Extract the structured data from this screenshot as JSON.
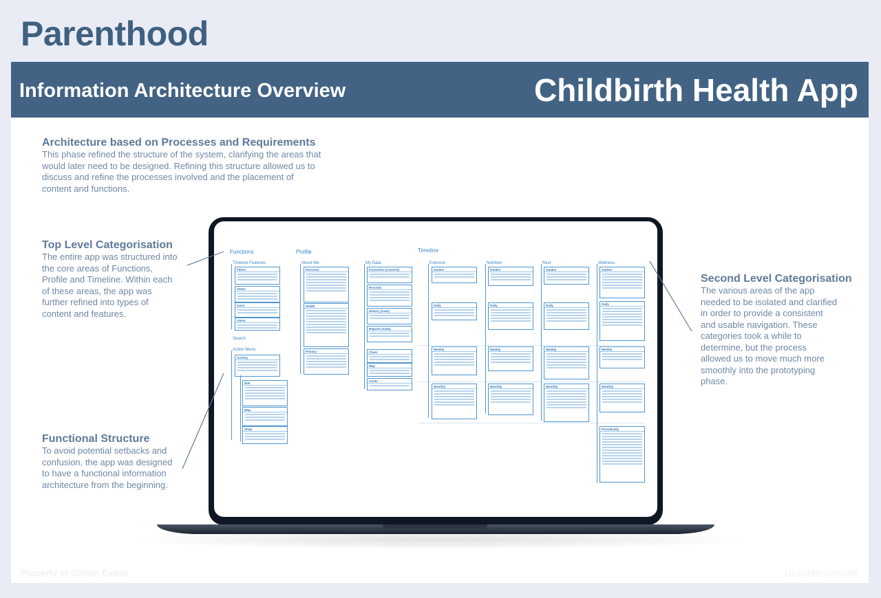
{
  "brand": "Parenthood",
  "banner": {
    "left_title": "Information Architecture Overview",
    "right_title": "Childbirth Health App"
  },
  "sections": {
    "architecture": {
      "heading": "Architecture based on Processes and Requirements",
      "lines": [
        "This phase refined the structure of the system, clarifying the areas that",
        "would later need to be designed. Refining this structure allowed us to",
        "discuss and refine the processes involved and the placement of",
        "content and functions."
      ]
    },
    "top_level": {
      "heading": "Top Level Categorisation",
      "lines": [
        "The entire app was structured into",
        "the core areas of Functions,",
        "Profile and Timeline. Within each",
        "of these areas, the app was",
        "further refined into types of",
        "content and features."
      ]
    },
    "functional": {
      "heading": "Functional Structure",
      "lines": [
        "To avoid potential setbacks and",
        "confusion, the app was designed",
        "to have a functional information",
        "architecture from the beginning."
      ]
    },
    "second_level": {
      "heading": "Second Level Categorisation",
      "lines": [
        "The various areas of the app",
        "needed to be isolated and clarified",
        "in order to provide a consistent",
        "and usable navigation. These",
        "categories took a while to",
        "determine, but the process",
        "allowed us to move much more",
        "smoothly into the prototyping",
        "phase."
      ]
    }
  },
  "footer": {
    "left": "Property of Clifton Evans",
    "right": "DesignBenchmark"
  },
  "diagram": {
    "sections": [
      "Functions",
      "Profile",
      "Timeline"
    ],
    "functions": {
      "features_label": "Timeline Features",
      "features": [
        "Filters",
        "Views",
        "Icons",
        "Alerts"
      ],
      "search_label": "Search",
      "action_menu_label": "Action Menu",
      "action_menu": [
        "Activity",
        "Diet",
        "Map",
        "Shop"
      ]
    },
    "profile": {
      "about_label": "About Me",
      "about": [
        "Personal",
        "Health",
        "Privacy"
      ],
      "data_label": "My Data",
      "data": [
        "Favourites (Content)",
        "Records",
        "History (Auto)",
        "Reports (Auto)",
        "Chats",
        "Map",
        "Cards"
      ]
    },
    "timeline": {
      "columns": [
        {
          "name": "Exercise",
          "boxes": [
            "Guides",
            "Daily",
            "Weekly",
            "Monthly"
          ]
        },
        {
          "name": "Nutrition",
          "boxes": [
            "Guides",
            "Daily",
            "Weekly",
            "Monthly"
          ]
        },
        {
          "name": "Rest",
          "boxes": [
            "Guides",
            "Daily",
            "Weekly",
            "Monthly"
          ]
        },
        {
          "name": "Wellness",
          "boxes": [
            "Guides",
            "Daily",
            "Weekly",
            "Monthly",
            "Periodically"
          ]
        }
      ]
    }
  }
}
